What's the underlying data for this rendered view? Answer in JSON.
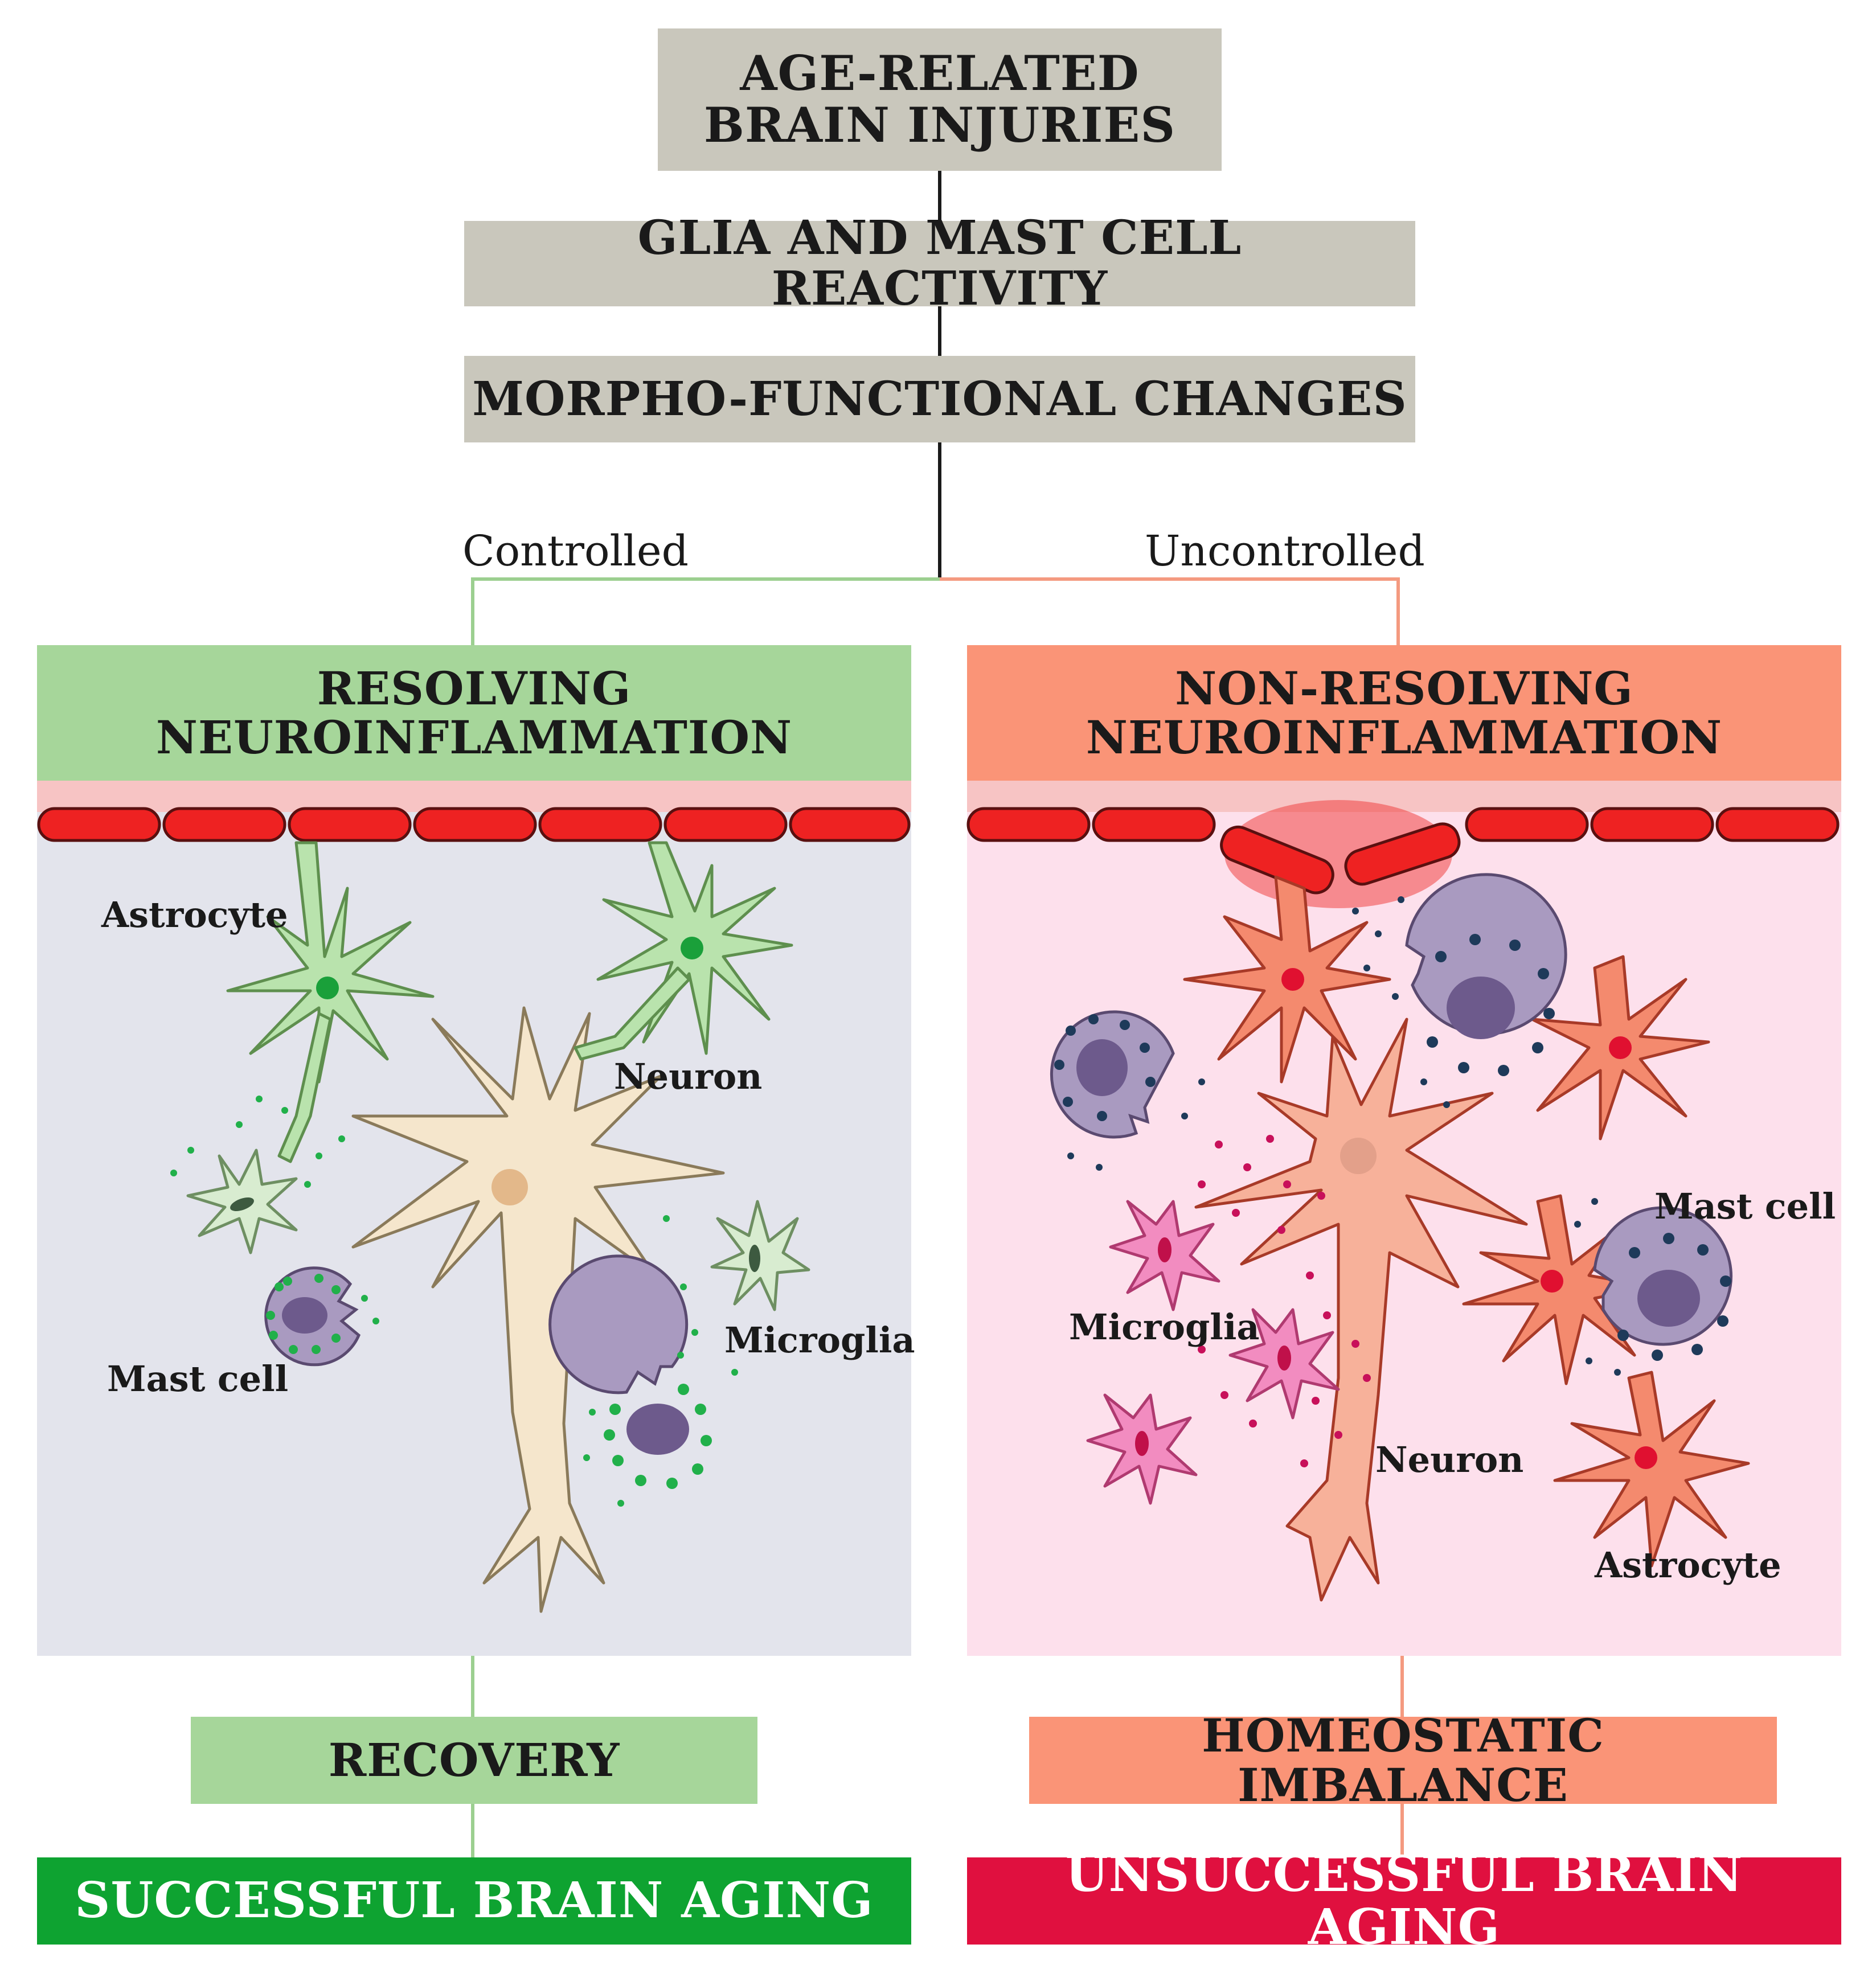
{
  "flow": {
    "top": {
      "line1": "AGE-RELATED",
      "line2": "BRAIN INJURIES"
    },
    "glia": "GLIA AND MAST CELL REACTIVITY",
    "morpho": "MORPHO-FUNCTIONAL CHANGES",
    "controlled": "Controlled",
    "uncontrolled": "Uncontrolled"
  },
  "left": {
    "header": {
      "line1": "RESOLVING",
      "line2": "NEUROINFLAMMATION"
    },
    "labels": {
      "astrocyte": "Astrocyte",
      "neuron": "Neuron",
      "microglia": "Microglia",
      "mast_cell": "Mast cell"
    },
    "outcome": "RECOVERY",
    "final": "SUCCESSFUL BRAIN AGING"
  },
  "right": {
    "header": {
      "line1": "NON-RESOLVING",
      "line2": "NEUROINFLAMMATION"
    },
    "labels": {
      "astrocyte": "Astrocyte",
      "neuron": "Neuron",
      "microglia": "Microglia",
      "mast_cell": "Mast cell"
    },
    "outcome": "HOMEOSTATIC IMBALANCE",
    "final": "UNSUCCESSFUL BRAIN AGING"
  },
  "colors": {
    "grey_box": "#c9c7bc",
    "green_box": "#a6d69a",
    "salmon_box": "#fa9477",
    "success": "#0ea331",
    "unsuccess": "#e0103f",
    "vessel": "#ee2222",
    "left_panel": "#e3e4ec",
    "right_panel": "#fde0ec",
    "controlled_line": "#9ccf90",
    "uncontrolled_line": "#f49a80"
  }
}
